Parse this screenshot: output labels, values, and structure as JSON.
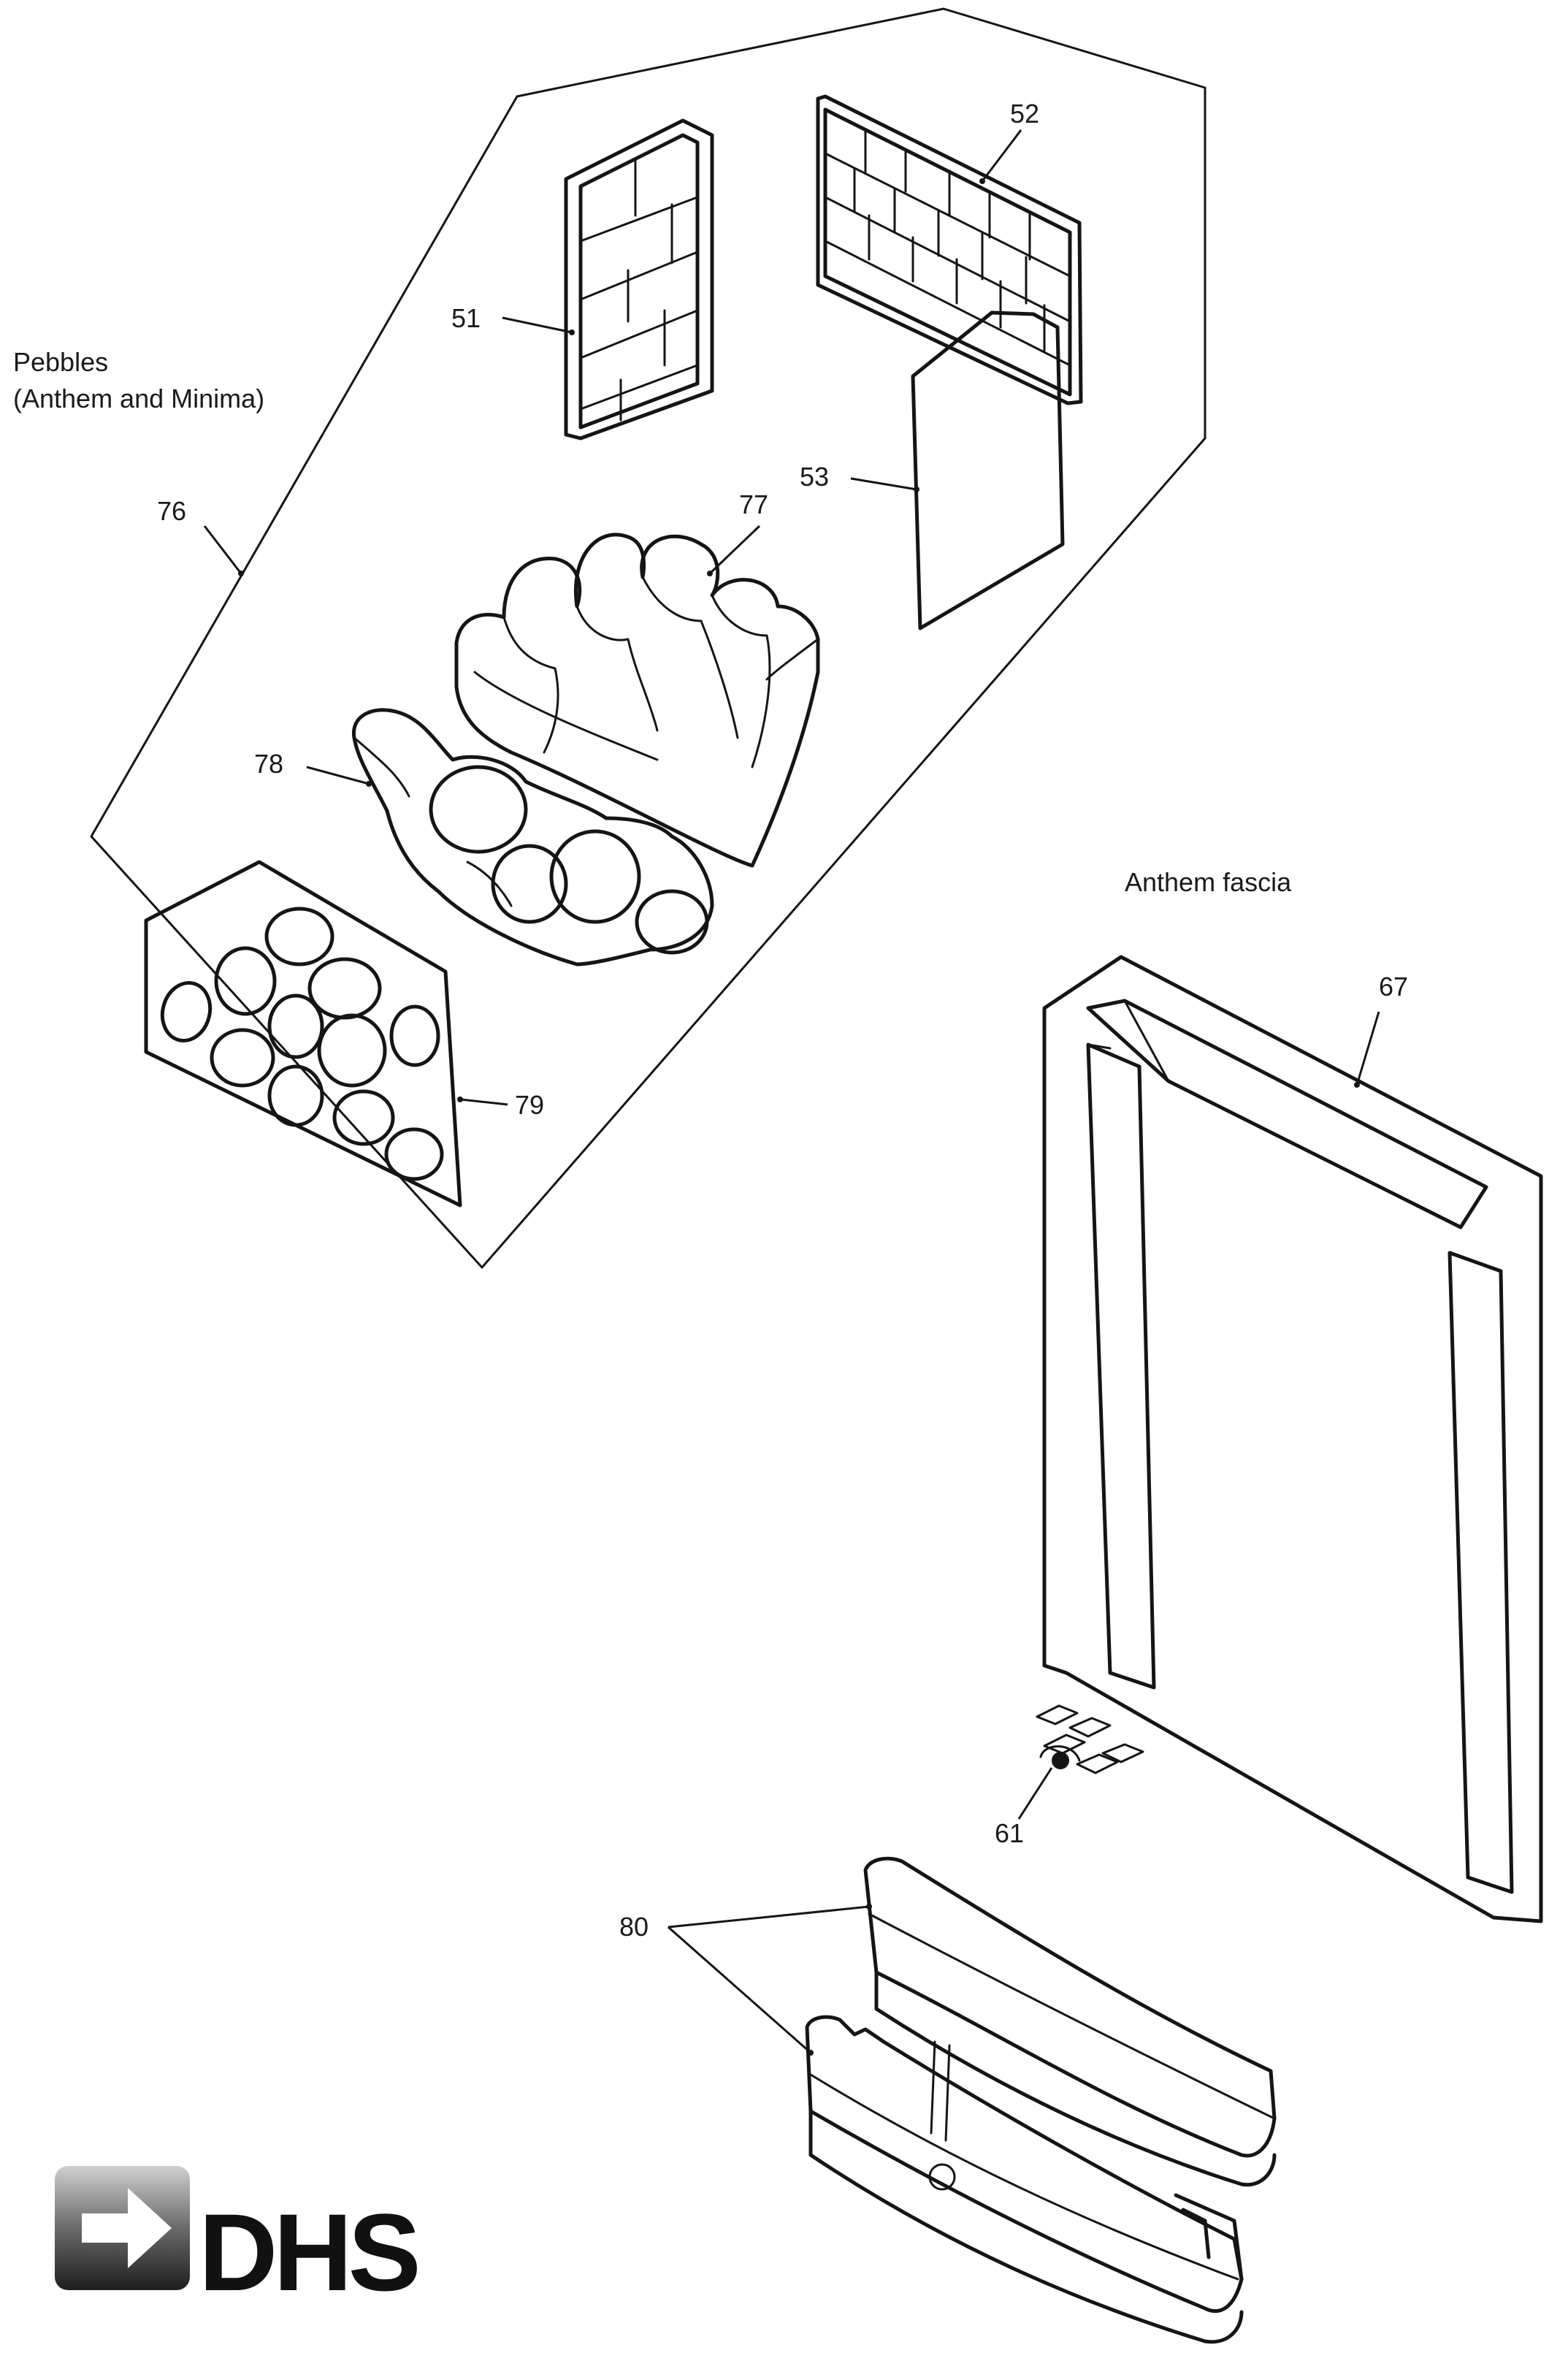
{
  "captions": {
    "pebbles_line1": "Pebbles",
    "pebbles_line2": "(Anthem and Minima)",
    "anthem_fascia": "Anthem fascia"
  },
  "callouts": {
    "c51": "51",
    "c52": "52",
    "c53": "53",
    "c61": "61",
    "c67": "67",
    "c76": "76",
    "c77": "77",
    "c78": "78",
    "c79": "79",
    "c80": "80"
  },
  "logo": {
    "text": "DHS",
    "colors": {
      "arrow_dark": "#2a2a2a",
      "arrow_light": "#bdbdbd"
    }
  }
}
